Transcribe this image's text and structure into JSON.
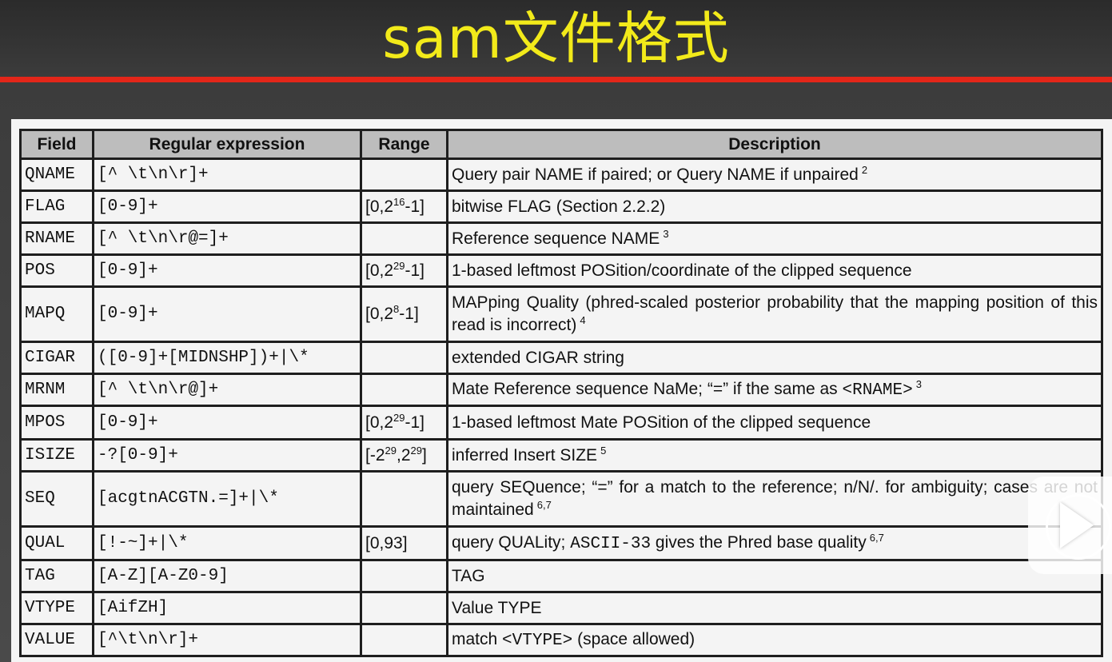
{
  "slide": {
    "title": "sam文件格式"
  },
  "table": {
    "headers": [
      "Field",
      "Regular expression",
      "Range",
      "Description"
    ],
    "rows": [
      {
        "field": "QNAME",
        "regex": "[^ \\t\\n\\r]+",
        "range_base": "",
        "range_exp": "",
        "range_tail": "",
        "desc": "Query pair NAME if paired; or Query NAME if unpaired",
        "desc_code": "",
        "desc_after": "",
        "note": "2"
      },
      {
        "field": "FLAG",
        "regex": "[0-9]+",
        "range_base": "[0,2",
        "range_exp": "16",
        "range_tail": "-1]",
        "desc": "bitwise FLAG (Section 2.2.2)",
        "desc_code": "",
        "desc_after": "",
        "note": ""
      },
      {
        "field": "RNAME",
        "regex": "[^ \\t\\n\\r@=]+",
        "range_base": "",
        "range_exp": "",
        "range_tail": "",
        "desc": "Reference sequence NAME",
        "desc_code": "",
        "desc_after": "",
        "note": "3"
      },
      {
        "field": "POS",
        "regex": "[0-9]+",
        "range_base": "[0,2",
        "range_exp": "29",
        "range_tail": "-1]",
        "desc": "1-based leftmost POSition/coordinate of the clipped sequence",
        "desc_code": "",
        "desc_after": "",
        "note": ""
      },
      {
        "field": "MAPQ",
        "regex": "[0-9]+",
        "range_base": "[0,2",
        "range_exp": "8",
        "range_tail": "-1]",
        "desc": "MAPping Quality (phred-scaled posterior probability that the mapping position of this read is incorrect)",
        "desc_code": "",
        "desc_after": "",
        "note": "4"
      },
      {
        "field": "CIGAR",
        "regex": "([0-9]+[MIDNSHP])+|\\*",
        "range_base": "",
        "range_exp": "",
        "range_tail": "",
        "desc": "extended CIGAR string",
        "desc_code": "",
        "desc_after": "",
        "note": ""
      },
      {
        "field": "MRNM",
        "regex": "[^ \\t\\n\\r@]+",
        "range_base": "",
        "range_exp": "",
        "range_tail": "",
        "desc": "Mate Reference sequence NaMe; “=” if the same as ",
        "desc_code": "<RNAME>",
        "desc_after": "",
        "note": "3"
      },
      {
        "field": "MPOS",
        "regex": "[0-9]+",
        "range_base": "[0,2",
        "range_exp": "29",
        "range_tail": "-1]",
        "desc": "1-based leftmost Mate POSition of the clipped sequence",
        "desc_code": "",
        "desc_after": "",
        "note": ""
      },
      {
        "field": "ISIZE",
        "regex": "-?[0-9]+",
        "range_base": "[-2",
        "range_exp": "29",
        "range_tail": ",2",
        "range_exp2": "29",
        "range_tail2": "]",
        "desc": "inferred Insert SIZE",
        "desc_code": "",
        "desc_after": "",
        "note": "5"
      },
      {
        "field": "SEQ",
        "regex": "[acgtnACGTN.=]+|\\*",
        "range_base": "",
        "range_exp": "",
        "range_tail": "",
        "desc": "query SEQuence; “=” for a match to the reference; n/N/. for ambiguity; cases are not maintained",
        "desc_code": "",
        "desc_after": "",
        "note": "6,7"
      },
      {
        "field": "QUAL",
        "regex": "[!-~]+|\\*",
        "range_base": "[0,93]",
        "range_exp": "",
        "range_tail": "",
        "desc": "query QUALity; ",
        "desc_code": "ASCII-33",
        "desc_after": " gives the Phred base quality",
        "note": "6,7"
      },
      {
        "field": "TAG",
        "regex": "[A-Z][A-Z0-9]",
        "range_base": "",
        "range_exp": "",
        "range_tail": "",
        "desc": "TAG",
        "desc_code": "",
        "desc_after": "",
        "note": ""
      },
      {
        "field": "VTYPE",
        "regex": "[AifZH]",
        "range_base": "",
        "range_exp": "",
        "range_tail": "",
        "desc": "Value TYPE",
        "desc_code": "",
        "desc_after": "",
        "note": ""
      },
      {
        "field": "VALUE",
        "regex": "[^\\t\\n\\r]+",
        "range_base": "",
        "range_exp": "",
        "range_tail": "",
        "desc": "match ",
        "desc_code": "<VTYPE>",
        "desc_after": " (space allowed)",
        "note": ""
      }
    ]
  },
  "overlay": {
    "icon": "video-play-icon"
  },
  "colors": {
    "title": "#f2ea1a",
    "rule": "#e32619",
    "header_bg": "#bdbdbd"
  }
}
